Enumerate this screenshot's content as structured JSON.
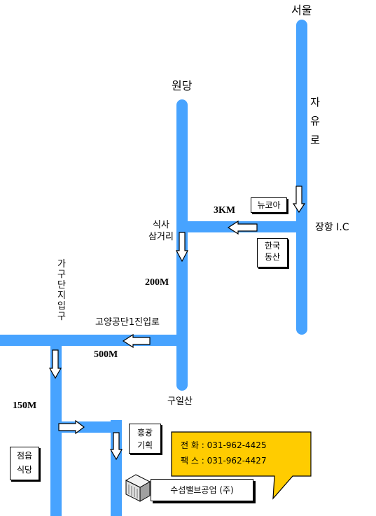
{
  "places": {
    "seoul": "서울",
    "wondang": "원당",
    "jayuro": "자유로",
    "janghang_ic": "장항 I.C",
    "newcore": "뉴코아",
    "hanguk_dongsan": [
      "한국",
      "동산"
    ],
    "siksa_crossroad": [
      "식사",
      "삼거리"
    ],
    "gugu_entrance": "가구단지입구",
    "goyang_entrance": "고양공단1진입로",
    "guilsan": "구일산",
    "jeomeup_restaurant": [
      "점읍",
      "식당"
    ],
    "heunggwang": [
      "흥광",
      "기획"
    ]
  },
  "distances": {
    "d3km": "3KM",
    "d200m": "200M",
    "d500m": "500M",
    "d150m": "150M"
  },
  "contact": {
    "phone": "전 화 : 031-962-4425",
    "fax": "팩 스 : 031-962-4427",
    "company": "수섬밸브공업 (주)"
  },
  "colors": {
    "road": "#47a3ff",
    "callout": "#ffcc00"
  }
}
